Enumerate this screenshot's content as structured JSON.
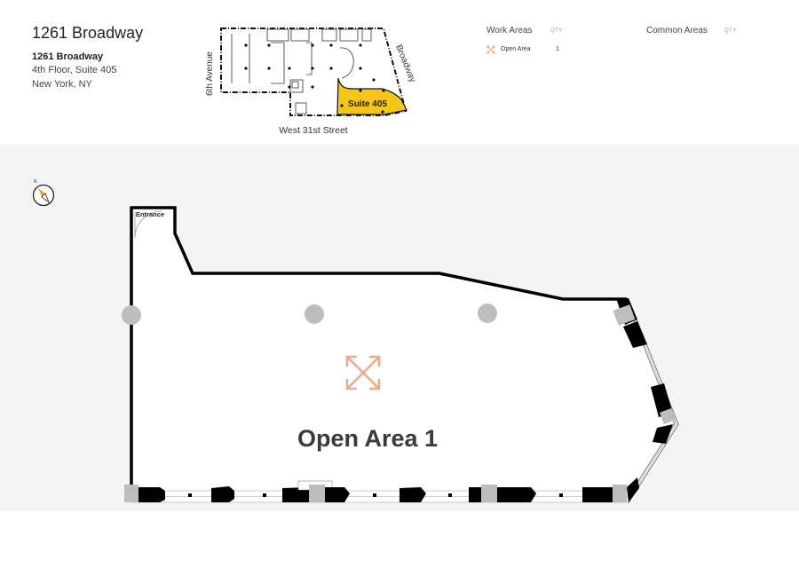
{
  "header": {
    "title": "1261 Broadway",
    "address": {
      "name": "1261 Broadway",
      "suite": "4th Floor, Suite 405",
      "city": "New York, NY"
    }
  },
  "key_plan": {
    "suite_label": "Suite 405",
    "street_left": "6th Avenue",
    "street_right": "Broadway",
    "street_bottom": "West 31st Street",
    "highlight_color": "#f5c518"
  },
  "legend": {
    "work_areas": {
      "heading": "Work Areas",
      "qty_label": "QTY",
      "items": [
        {
          "icon": "expand-arrows-icon",
          "label": "Open Area",
          "qty": "1"
        }
      ]
    },
    "common_areas": {
      "heading": "Common Areas",
      "qty_label": "QTY"
    }
  },
  "floor_plan": {
    "entrance_label": "Entrance",
    "area_label": "Open Area 1",
    "compass_label": "N",
    "accent_color": "#f0a98a"
  }
}
